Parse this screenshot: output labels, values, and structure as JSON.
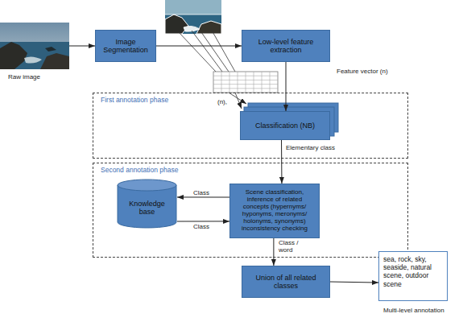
{
  "diagram": {
    "nodes": [
      {
        "text": [
          "Image Segmentation"
        ]
      },
      {
        "text": [
          "Low-level feature extraction"
        ]
      },
      {
        "text": [
          "First annotation phase"
        ]
      },
      {
        "text": [
          "Classification (NB)"
        ],
        "in": 2
      },
      {
        "text": [
          "Second annotation phase"
        ]
      },
      {
        "text": [
          "Knowledge base"
        ],
        "in": 4
      },
      {
        "text": [
          "Scene classification, inference of related concepts (hypernyms/ hyponyms, meronyms/ holonyms, synonyms) inconsistency checking"
        ],
        "in": 4
      },
      {
        "text": [
          "Union of all related classes"
        ]
      },
      {
        "text": [
          "sea, rock, sky, seaside, natural scene, outdoor scene"
        ]
      }
    ],
    "edges": [
      {
        "from": 0,
        "to": 1,
        "arrow": "to"
      },
      {
        "from": 1,
        "to": 3,
        "label": "Feature vector (n)",
        "arrow": "to"
      },
      {
        "from": 3,
        "to": 6,
        "label": "Elementary class",
        "arrow": "to"
      },
      {
        "from": 6,
        "to": 5,
        "label": "Class",
        "arrow": "to"
      },
      {
        "from": 5,
        "to": 6,
        "label": "Class",
        "arrow": "to"
      },
      {
        "from": 6,
        "to": 7,
        "label": "Class / word",
        "arrow": "to"
      },
      {
        "from": 7,
        "to": 8,
        "arrow": "to"
      }
    ],
    "labels": [
      "Raw image",
      "(n),",
      "Multi-level annotation"
    ]
  }
}
